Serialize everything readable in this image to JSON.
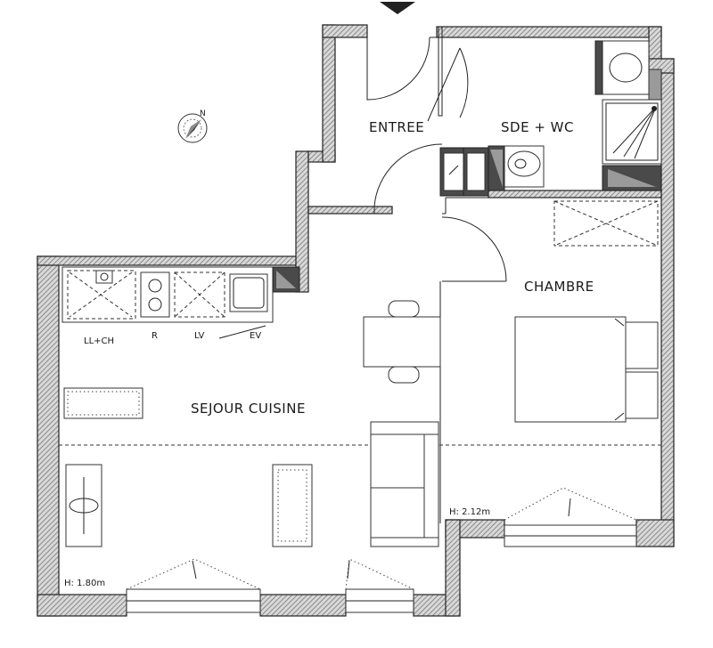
{
  "rooms": {
    "entree": "ENTREE",
    "sde_wc": "SDE + WC",
    "chambre": "CHAMBRE",
    "sejour_cuisine": "SEJOUR CUISINE"
  },
  "kitchen_labels": {
    "ll_ch": "LL+CH",
    "r": "R",
    "lv": "LV",
    "ev": "EV"
  },
  "heights": {
    "chambre": "H: 2.12m",
    "sejour": "H: 1.80m"
  },
  "compass": {
    "north_label": "N",
    "icon": "compass-icon"
  },
  "colors": {
    "wall": "#222222",
    "hatch": "#8a8a8a",
    "fixture_dark": "#4a4a4a"
  }
}
